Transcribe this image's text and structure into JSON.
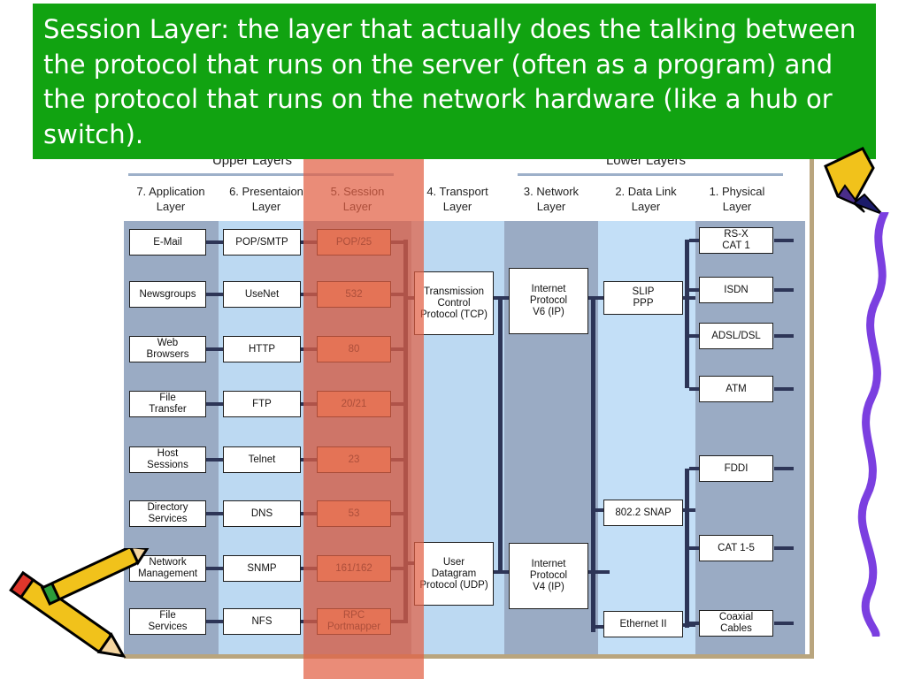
{
  "callout": {
    "text": "Session Layer: the layer that actually does the talking between the protocol that runs on the server (often as a program) and the protocol that runs on the network hardware (like a hub or switch)."
  },
  "diagram": {
    "upper_title": "Upper Layers",
    "lower_title": "Lower Layers",
    "layers": [
      "7. Application\nLayer",
      "6. Presentaion\nLayer",
      "5. Session\nLayer",
      "4. Transport\nLayer",
      "3. Network\nLayer",
      "2. Data Link\nLayer",
      "1. Physical\nLayer"
    ],
    "application": [
      "E-Mail",
      "Newsgroups",
      "Web\nBrowsers",
      "File\nTransfer",
      "Host\nSessions",
      "Directory\nServices",
      "Network\nManagement",
      "File\nServices"
    ],
    "presentation": [
      "POP/SMTP",
      "UseNet",
      "HTTP",
      "FTP",
      "Telnet",
      "DNS",
      "SNMP",
      "NFS"
    ],
    "session": [
      "POP/25",
      "532",
      "80",
      "20/21",
      "23",
      "53",
      "161/162",
      "RPC\nPortmapper"
    ],
    "transport": [
      "Transmission\nControl\nProtocol (TCP)",
      "User\nDatagram\nProtocol (UDP)"
    ],
    "network": [
      "Internet\nProtocol\nV6 (IP)",
      "Internet\nProtocol\nV4 (IP)"
    ],
    "datalink": [
      "SLIP\nPPP",
      "802.2 SNAP",
      "Ethernet II"
    ],
    "physical": [
      "RS-X\nCAT 1",
      "ISDN",
      "ADSL/DSL",
      "ATM",
      "FDDI",
      "CAT 1-5",
      "Coaxial\nCables"
    ]
  },
  "colors": {
    "callout_bg": "#11a311",
    "session_highlight": "#e26044",
    "session_box": "#e8a585",
    "connector": "#2d3557"
  }
}
